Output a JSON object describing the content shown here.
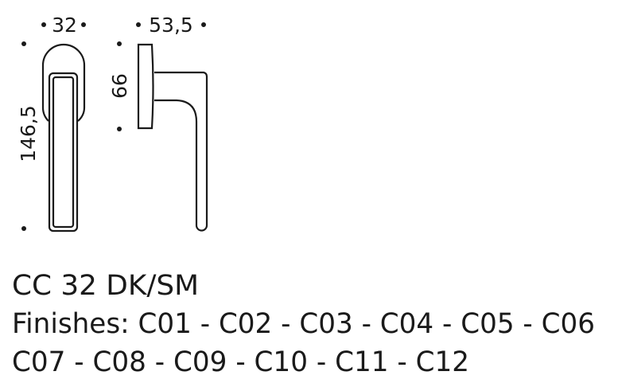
{
  "drawing": {
    "dimensions": {
      "front_width": "32",
      "side_depth": "53,5",
      "rose_height": "66",
      "total_height": "146,5"
    }
  },
  "caption": {
    "model": "CC 32 DK/SM",
    "finishes_line1": "Finishes: C01 - C02 - C03 - C04 - C05 - C06",
    "finishes_line2": "C07 - C08 - C09 - C10 - C11 - C12"
  },
  "colors": {
    "ink": "#1a1a1a",
    "background": "#ffffff"
  }
}
